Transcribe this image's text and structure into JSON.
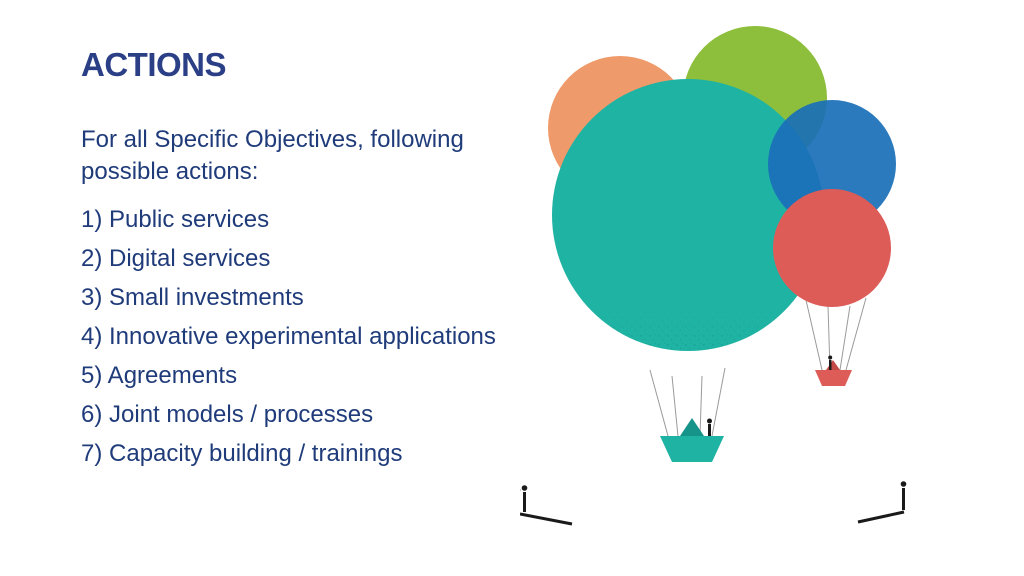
{
  "slide": {
    "title": "ACTIONS",
    "intro": "For all Specific Objectives, following possible actions:",
    "actions": [
      "1) Public services",
      "2) Digital services",
      "3) Small investments",
      "4) Innovative experimental applications",
      "5) Agreements",
      "6) Joint models / processes",
      "7) Capacity building / trainings"
    ]
  },
  "illustration": {
    "balloon_colors": [
      "#ef9a6a",
      "#8dbf3c",
      "#1fb3a3",
      "#1a6fb8",
      "#dd5c58"
    ],
    "icons": [
      "hot-air-balloon-icon",
      "paper-boat-icon",
      "person-figure-icon"
    ]
  }
}
